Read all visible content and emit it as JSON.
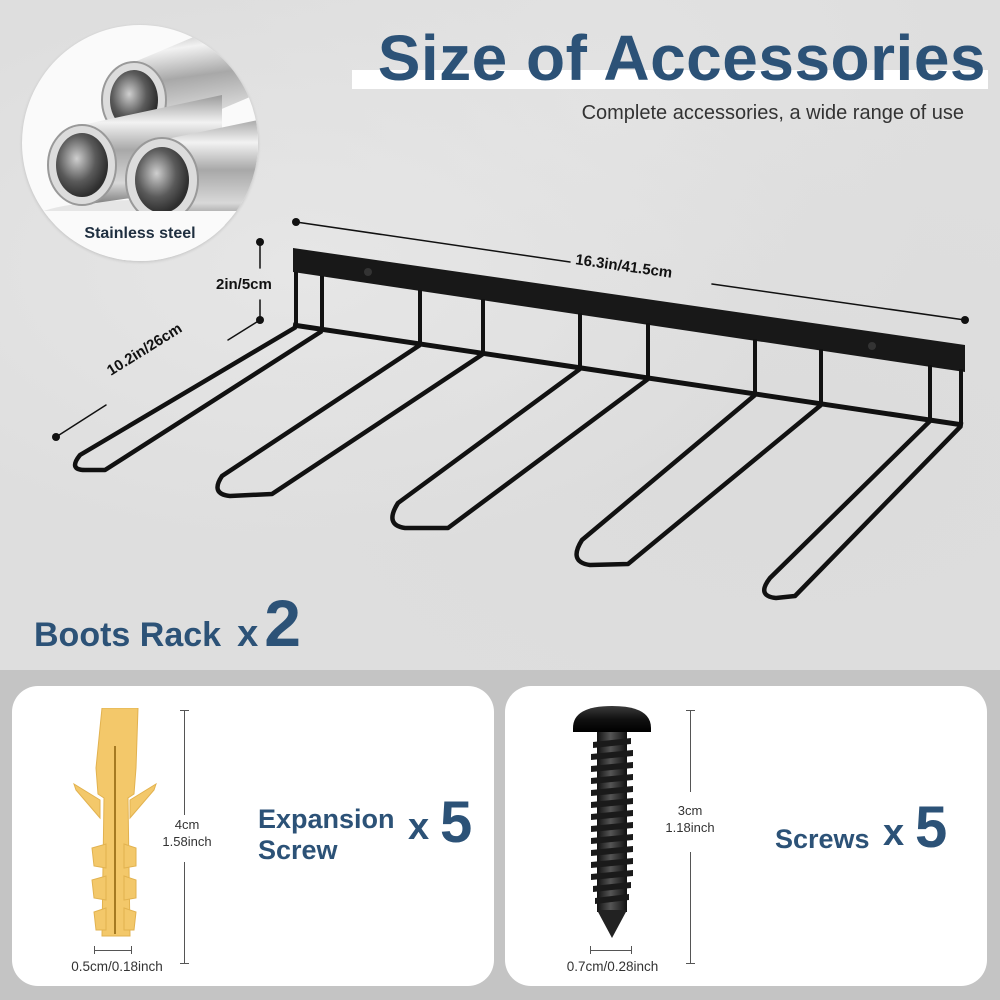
{
  "header": {
    "title": "Size of Accessories",
    "subtitle": "Complete accessories, a wide range of use"
  },
  "material_badge": {
    "label": "Stainless steel",
    "icon": "steel-tubes-icon"
  },
  "rack": {
    "dimensions": {
      "length": "16.3in/41.5cm",
      "height": "2in/5cm",
      "depth": "10.2in/26cm"
    },
    "name": "Boots Rack",
    "multiplier": "x",
    "quantity": "2",
    "hooks": 5,
    "color": "#111111"
  },
  "accessories": [
    {
      "name_line1": "Expansion",
      "name_line2": "Screw",
      "multiplier": "x",
      "quantity": "5",
      "length_cm": "4cm",
      "length_in": "1.58inch",
      "width": "0.5cm/0.18inch",
      "icon": "wall-anchor-icon",
      "color": "#f3c86a"
    },
    {
      "name": "Screws",
      "multiplier": "x",
      "quantity": "5",
      "length_cm": "3cm",
      "length_in": "1.18inch",
      "width": "0.7cm/0.28inch",
      "icon": "screw-icon",
      "color": "#1a1a1a"
    }
  ],
  "colors": {
    "accent": "#2c5277",
    "background_top": "#dedede",
    "background_bottom": "#c4c4c4",
    "card": "#ffffff"
  }
}
